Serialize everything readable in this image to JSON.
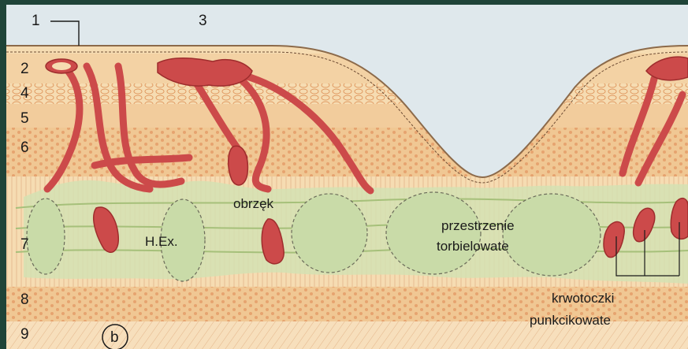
{
  "layer_numbers": {
    "n1": "1",
    "n2": "2",
    "n3": "3",
    "n4": "4",
    "n5": "5",
    "n6": "6",
    "n7": "7",
    "n8": "8",
    "n9": "9"
  },
  "panel_label": "b",
  "labels": {
    "edema": "obrzęk",
    "hard_exudate": "H.Ex.",
    "cystic_line1": "przestrzenie",
    "cystic_line2": "torbielowate",
    "hemorrhage_line1": "krwotoczki",
    "hemorrhage_line2": "punkcikowate"
  },
  "colors": {
    "frame": "#1f4438",
    "vitreous": "#dfe8ec",
    "retina_light": "#f6dcb2",
    "retina_mid": "#f0c793",
    "dots": "#e8ac78",
    "edema_green": "#d3e2b3",
    "vessel": "#cc4a4a",
    "vessel_dark": "#9e2d2d"
  }
}
